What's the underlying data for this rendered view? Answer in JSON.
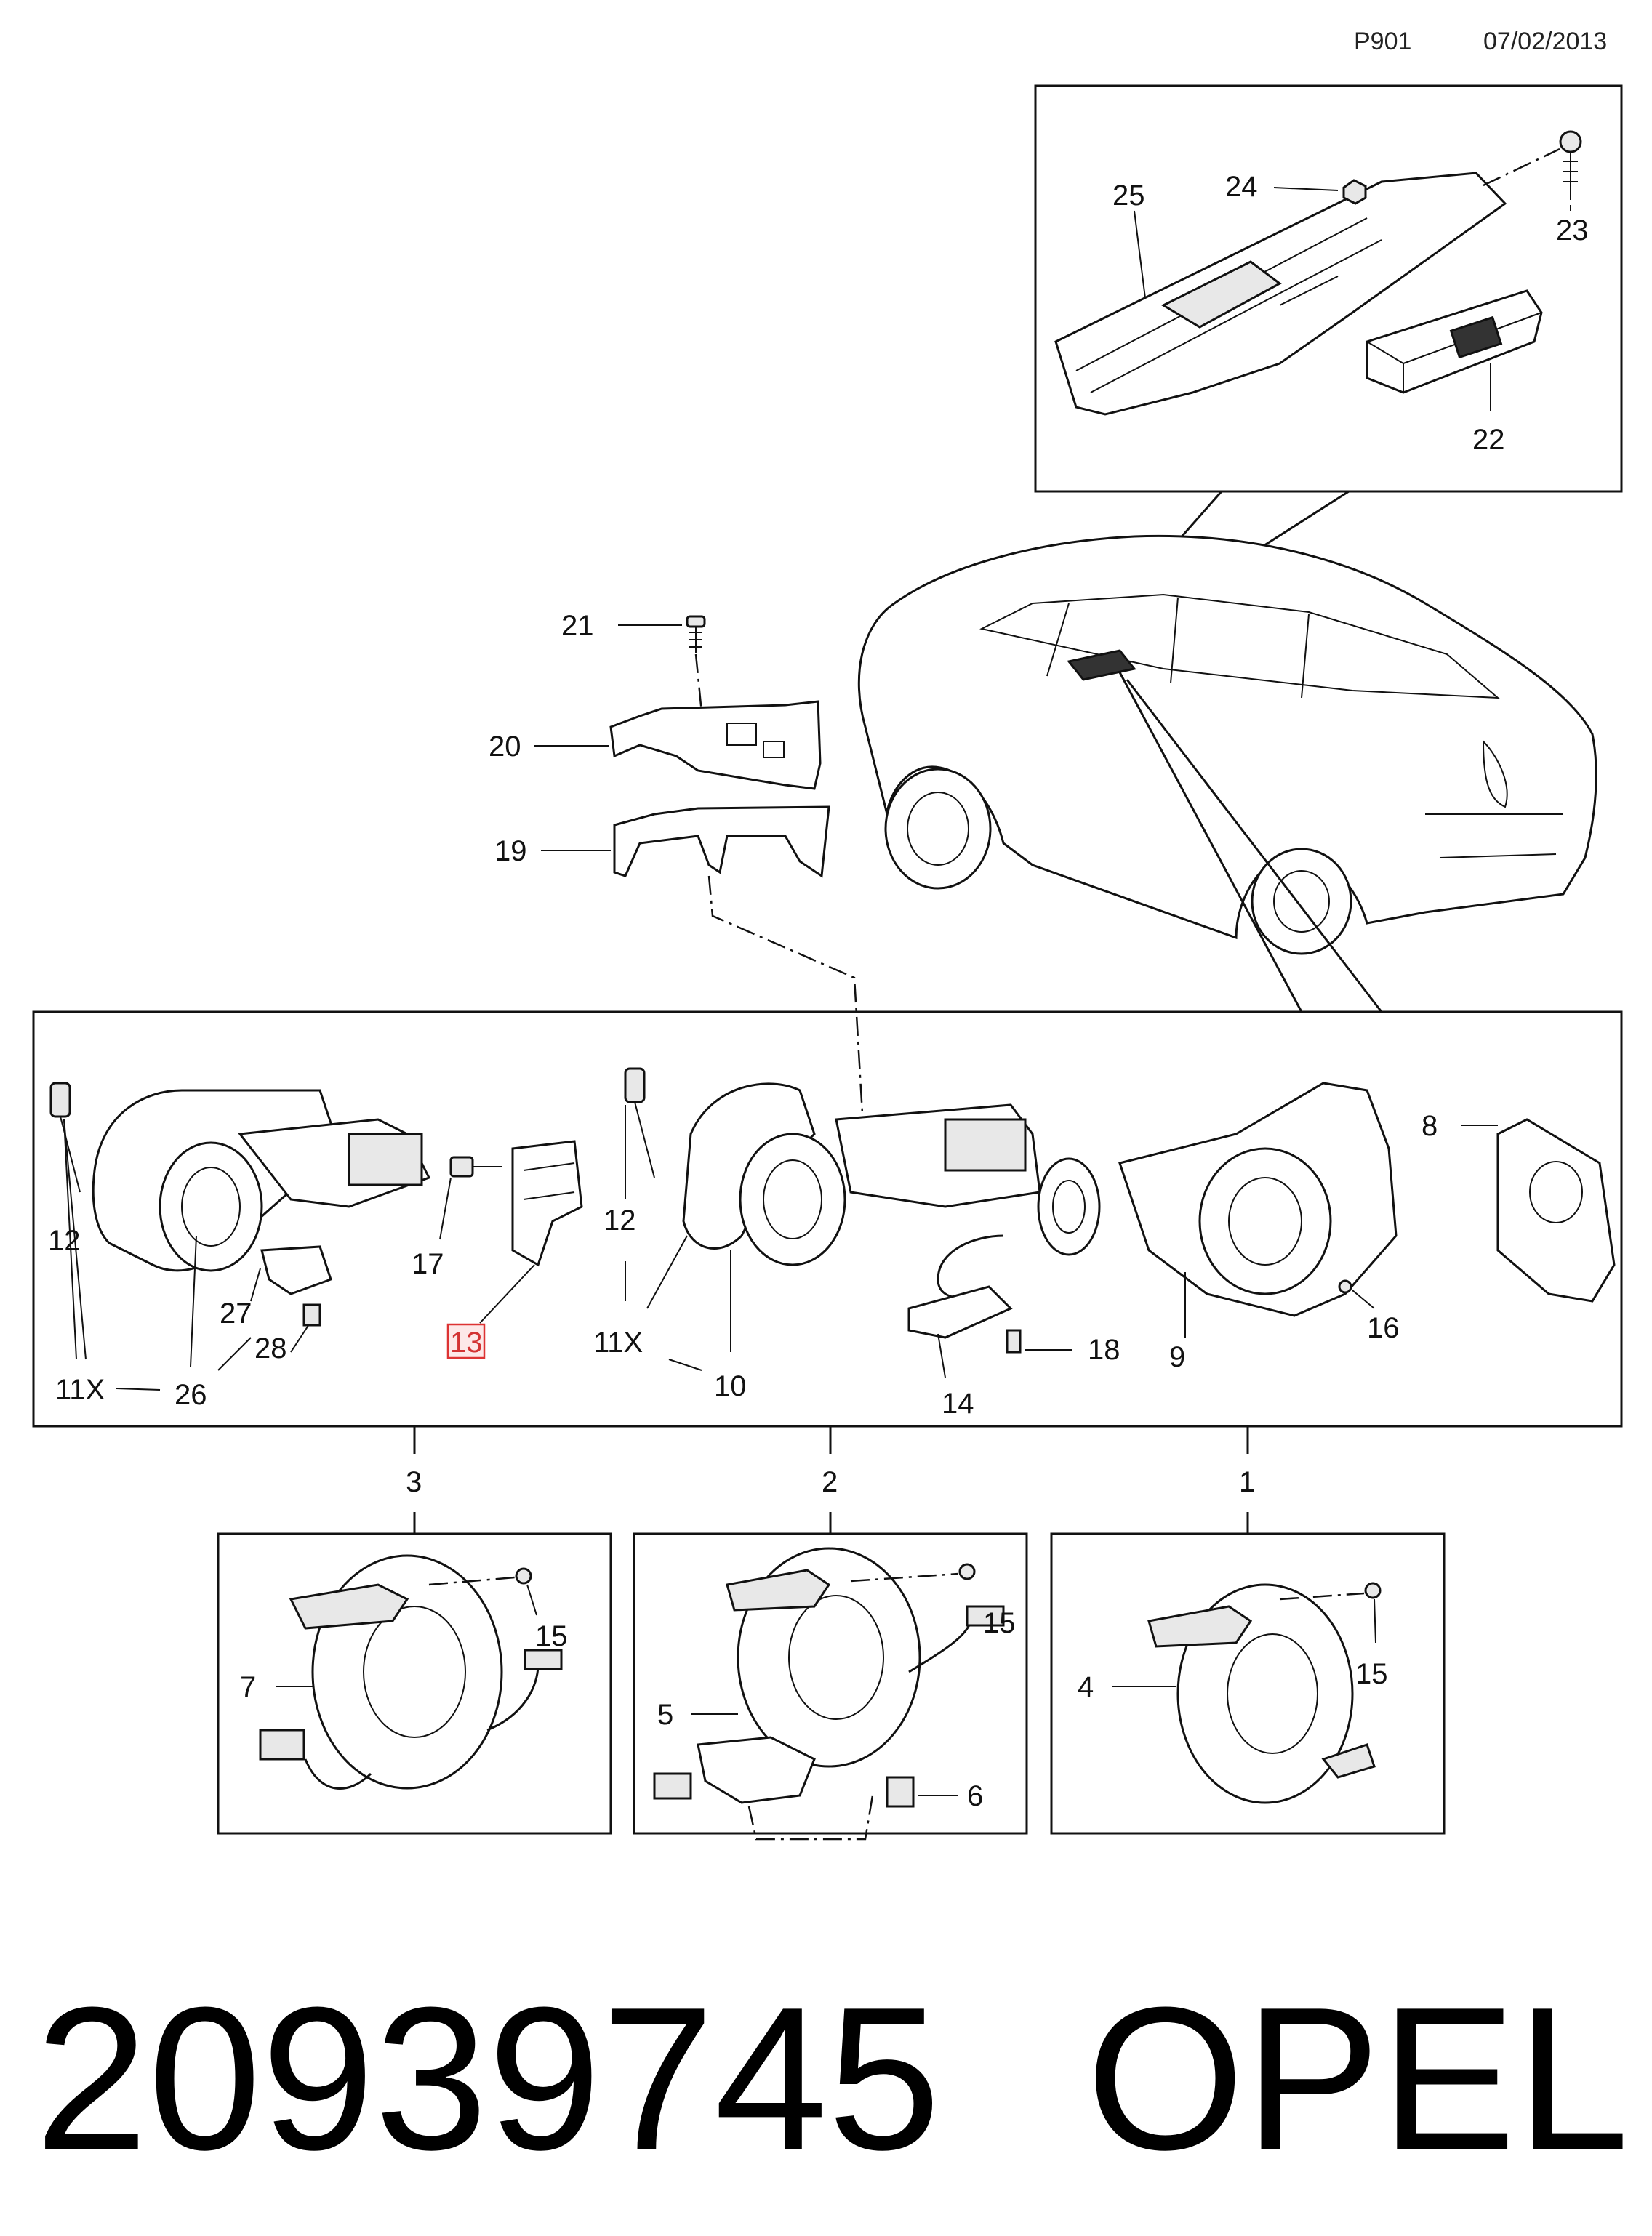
{
  "header": {
    "page_code": "P901",
    "date": "07/02/2013"
  },
  "callouts": {
    "c1": "1",
    "c2": "2",
    "c3": "3",
    "c4": "4",
    "c5": "5",
    "c6": "6",
    "c7": "7",
    "c8": "8",
    "c9": "9",
    "c10": "10",
    "c11x_a": "11X",
    "c11x_b": "11X",
    "c12_a": "12",
    "c12_b": "12",
    "c13": "13",
    "c14": "14",
    "c15_a": "15",
    "c15_b": "15",
    "c15_c": "15",
    "c16": "16",
    "c17": "17",
    "c18": "18",
    "c19": "19",
    "c20": "20",
    "c21": "21",
    "c22": "22",
    "c23": "23",
    "c24": "24",
    "c25": "25",
    "c26": "26",
    "c27": "27",
    "c28": "28"
  },
  "highlight": {
    "callout": "13",
    "color": "#d33333"
  },
  "footer": {
    "part_number": "20939745",
    "brand": "OPEL"
  }
}
